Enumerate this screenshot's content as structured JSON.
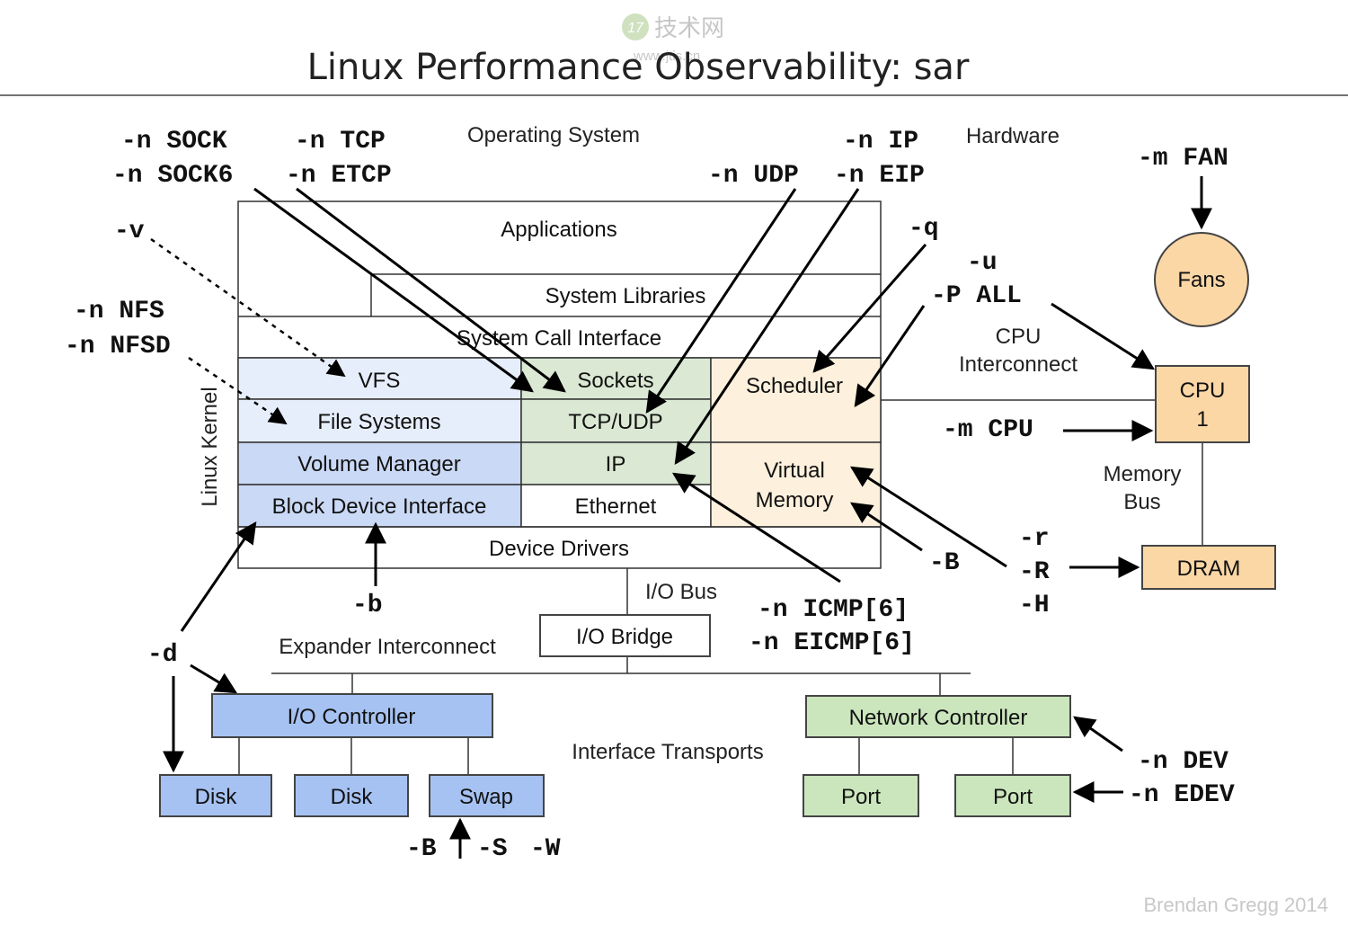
{
  "watermark": {
    "brand": "技术网",
    "url": "www.jtis.cn"
  },
  "title": "Linux Performance Observability: sar",
  "sections": {
    "operating_system": "Operating System",
    "hardware": "Hardware",
    "linux_kernel": "Linux Kernel",
    "cpu_interconnect_1": "CPU",
    "cpu_interconnect_2": "Interconnect",
    "memory_bus_1": "Memory",
    "memory_bus_2": "Bus",
    "io_bus": "I/O Bus",
    "expander_interconnect": "Expander Interconnect",
    "interface_transports": "Interface Transports"
  },
  "kernel": {
    "applications": "Applications",
    "system_libraries": "System Libraries",
    "system_call_interface": "System Call Interface",
    "vfs": "VFS",
    "file_systems": "File Systems",
    "volume_manager": "Volume Manager",
    "block_device_interface": "Block Device Interface",
    "sockets": "Sockets",
    "tcp_udp": "TCP/UDP",
    "ip": "IP",
    "ethernet": "Ethernet",
    "scheduler": "Scheduler",
    "virtual_memory_1": "Virtual",
    "virtual_memory_2": "Memory",
    "device_drivers": "Device Drivers"
  },
  "hardware_boxes": {
    "fans": "Fans",
    "cpu_1": "CPU",
    "cpu_2": "1",
    "dram": "DRAM",
    "io_bridge": "I/O Bridge",
    "io_controller": "I/O Controller",
    "network_controller": "Network Controller",
    "disk_1": "Disk",
    "disk_2": "Disk",
    "swap": "Swap",
    "port_1": "Port",
    "port_2": "Port"
  },
  "options": {
    "n_sock": "-n SOCK",
    "n_sock6": "-n SOCK6",
    "n_tcp": "-n TCP",
    "n_etcp": "-n ETCP",
    "n_ip": "-n IP",
    "n_udp": "-n UDP",
    "n_eip": "-n EIP",
    "m_fan": "-m FAN",
    "v": "-v",
    "q": "-q",
    "u": "-u",
    "p_all": "-P ALL",
    "n_nfs": "-n NFS",
    "n_nfsd": "-n NFSD",
    "m_cpu": "-m CPU",
    "b_lower": "-b",
    "b_upper_vm": "-B",
    "n_icmp": "-n ICMP[6]",
    "n_eicmp": "-n EICMP[6]",
    "r_lower": "-r",
    "r_upper": "-R",
    "h_upper": "-H",
    "d": "-d",
    "swap_b": "-B",
    "swap_s": "-S",
    "swap_w": "-W",
    "n_dev": "-n DEV",
    "n_edev": "-n EDEV"
  },
  "credit": "Brendan Gregg 2014",
  "colors": {
    "storage_light": "#e6eefb",
    "storage_mid": "#cad9f5",
    "storage_hw": "#a6c2f2",
    "network": "#dbe9d4",
    "network_hw": "#cbe6bd",
    "cpu_mem": "#fdf0dc",
    "hw_orange": "#fbd7a6"
  }
}
